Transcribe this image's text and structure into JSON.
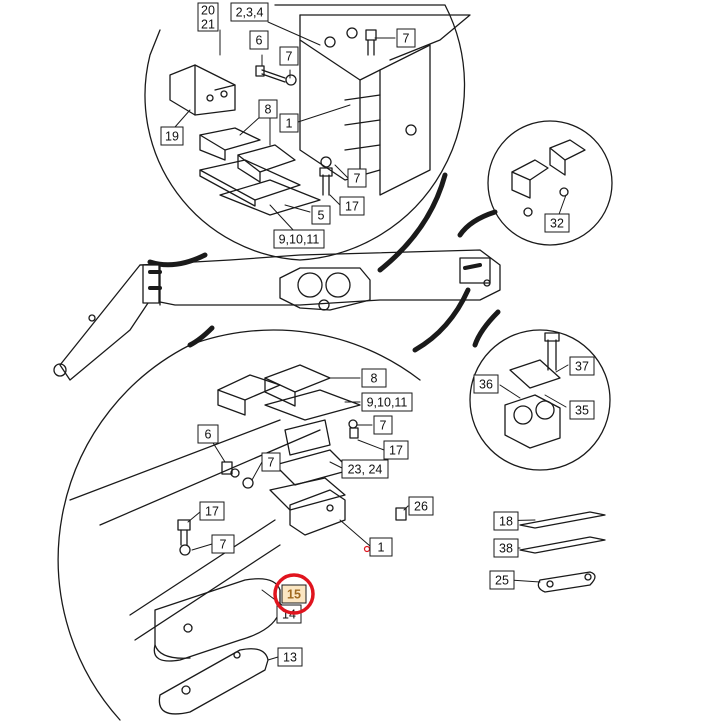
{
  "diagram": {
    "highlight_color": "#e0141e",
    "highlight_fill": "#fbe6c2",
    "line_color": "#1a1a1a",
    "callouts": [
      {
        "id": "c-20-21",
        "label": "20\n21"
      },
      {
        "id": "c-2-3-4",
        "label": "2,3,4"
      },
      {
        "id": "c-6-top",
        "label": "6"
      },
      {
        "id": "c-7-top-a",
        "label": "7"
      },
      {
        "id": "c-7-top-b",
        "label": "7"
      },
      {
        "id": "c-19",
        "label": "19"
      },
      {
        "id": "c-8-top",
        "label": "8"
      },
      {
        "id": "c-1-top",
        "label": "1"
      },
      {
        "id": "c-7-top-c",
        "label": "7"
      },
      {
        "id": "c-17-top",
        "label": "17"
      },
      {
        "id": "c-5",
        "label": "5"
      },
      {
        "id": "c-9-10-11-top",
        "label": "9,10,11"
      },
      {
        "id": "c-32",
        "label": "32"
      },
      {
        "id": "c-37",
        "label": "37"
      },
      {
        "id": "c-36",
        "label": "36"
      },
      {
        "id": "c-35",
        "label": "35"
      },
      {
        "id": "c-8-bot",
        "label": "8"
      },
      {
        "id": "c-9-10-11-bot",
        "label": "9,10,11"
      },
      {
        "id": "c-6-bot",
        "label": "6"
      },
      {
        "id": "c-7-bot-a",
        "label": "7"
      },
      {
        "id": "c-17-bot-a",
        "label": "17"
      },
      {
        "id": "c-7-bot-b",
        "label": "7"
      },
      {
        "id": "c-23-24",
        "label": "23, 24"
      },
      {
        "id": "c-26",
        "label": "26"
      },
      {
        "id": "c-17-bot-b",
        "label": "17"
      },
      {
        "id": "c-7-bot-c",
        "label": "7"
      },
      {
        "id": "c-1-bot",
        "label": "1"
      },
      {
        "id": "c-18",
        "label": "18"
      },
      {
        "id": "c-38",
        "label": "38"
      },
      {
        "id": "c-25",
        "label": "25"
      },
      {
        "id": "c-15",
        "label": "15"
      },
      {
        "id": "c-14",
        "label": "14"
      },
      {
        "id": "c-13",
        "label": "13"
      }
    ]
  }
}
